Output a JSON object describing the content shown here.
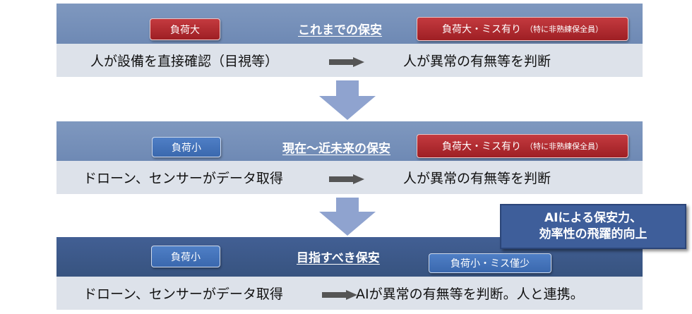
{
  "stage1": {
    "title": "これまでの保安",
    "workload_badge": "負荷大",
    "result_badge_main": "負荷大・ミス有り",
    "result_badge_note": "（特に非熟練保全員）",
    "step1": "人が設備を直接確認（目視等）",
    "step2": "人が異常の有無等を判断"
  },
  "stage2": {
    "title": "現在〜近未来の保安",
    "workload_badge": "負荷小",
    "result_badge_main": "負荷大・ミス有り",
    "result_badge_note": "（特に非熟練保全員）",
    "step1": "ドローン、センサーがデータ取得",
    "step2": "人が異常の有無等を判断"
  },
  "stage3": {
    "title": "目指すべき保安",
    "workload_badge": "負荷小",
    "result_badge_main": "負荷小・ミス僅少",
    "step1": "ドローン、センサーがデータ取得",
    "step2": "AIが異常の有無等を判断。人と連携。"
  },
  "ai_callout": {
    "line1": "AIによる保安力、",
    "line2": "効率性の飛躍的向上"
  },
  "colors": {
    "band_light": "#7f98bf",
    "band_dark": "#3d5a8c",
    "row_bg": "#dde2ea",
    "badge_red": "#b22d32",
    "badge_blue": "#4472b8",
    "down_arrow": "#8fa3cf",
    "step_arrow": "#555555"
  },
  "icons": {
    "step_arrow": "right-arrow",
    "stage_arrow": "down-arrow"
  }
}
